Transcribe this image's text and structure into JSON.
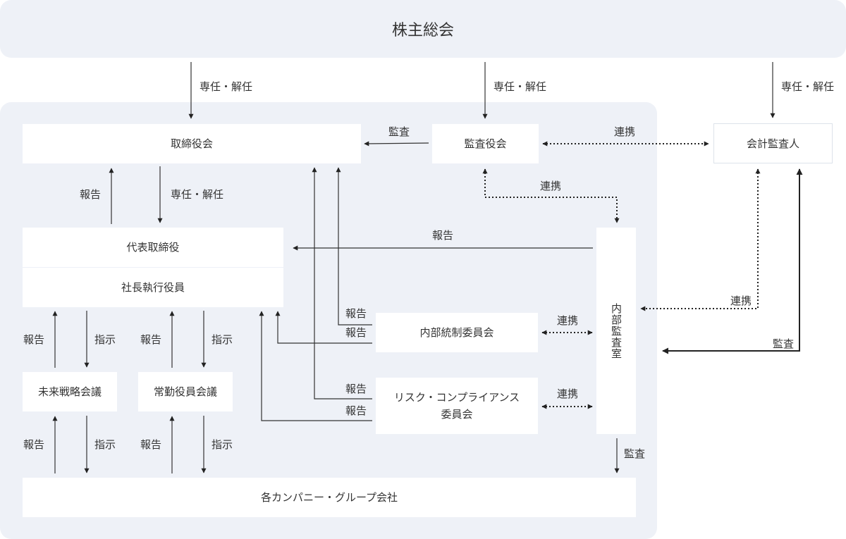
{
  "shareholders": "株主総会",
  "board": "取締役会",
  "audit_board": "監査役会",
  "external_auditor": "会計監査人",
  "president": "代表取締役",
  "ceo": "社長執行役員",
  "future_strategy": "未来戦略会議",
  "executive_officers": "常勤役員会議",
  "internal_control": "内部統制委員会",
  "risk_compliance": "リスク・コンプライアンス\n委員会",
  "internal_audit": "内部監査室",
  "group_companies": "各カンパニー・グループ会社",
  "labels": {
    "appoint_dismiss": "専任・解任",
    "audit": "監査",
    "cooperation": "連携",
    "report": "報告",
    "instruct": "指示"
  }
}
